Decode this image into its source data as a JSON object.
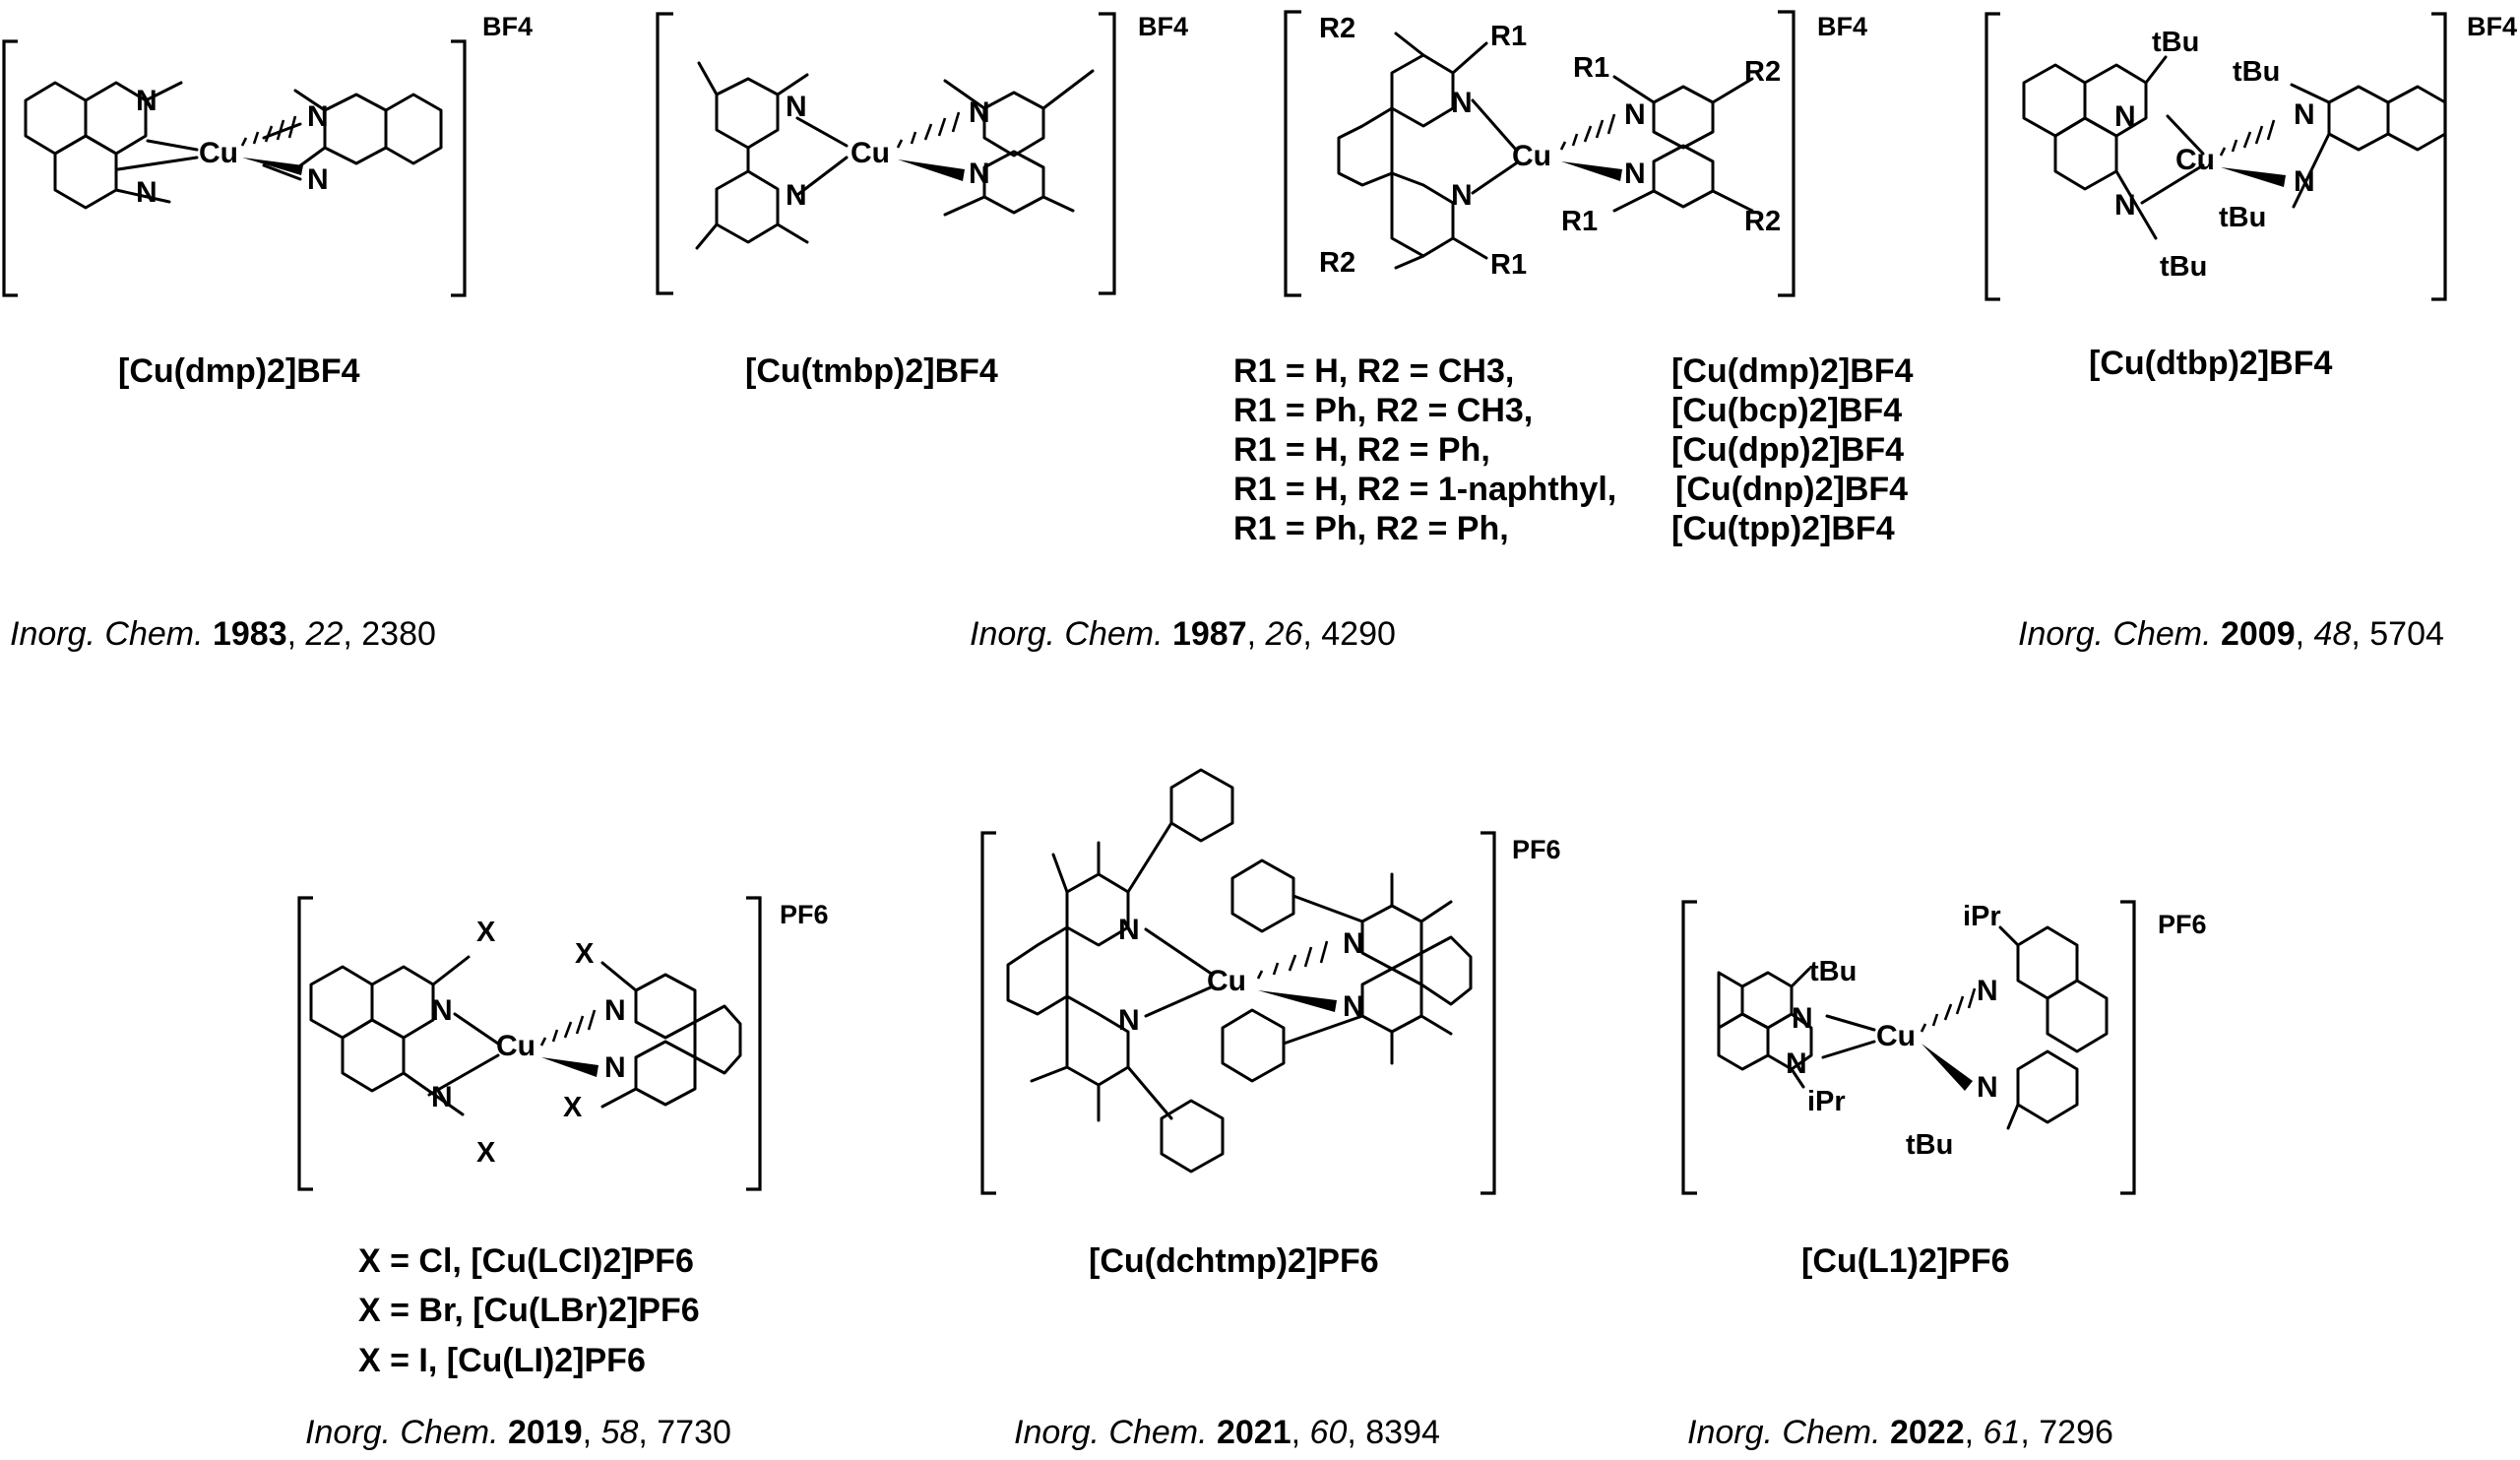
{
  "figure": {
    "counterions": {
      "bf4": "BF4",
      "pf6": "PF6"
    },
    "atoms": {
      "cu": "Cu",
      "n": "N",
      "r1": "R1",
      "r2": "R2",
      "tbu": "tBu",
      "ipr": "iPr",
      "x": "X"
    },
    "complexes": [
      {
        "id": "dmp",
        "label": "[Cu(dmp)2]BF4",
        "citation": {
          "journal": "Inorg. Chem.",
          "year": "1983",
          "volume": "22",
          "page": "2380"
        }
      },
      {
        "id": "tmbp",
        "label": "[Cu(tmbp)2]BF4"
      },
      {
        "id": "generic_r",
        "citation": {
          "journal": "Inorg. Chem.",
          "year": "1987",
          "volume": "26",
          "page": "4290"
        },
        "substituents": [
          {
            "r": "R1 = H, R2 = CH3,",
            "name": "[Cu(dmp)2]BF4"
          },
          {
            "r": "R1 = Ph, R2 = CH3,",
            "name": "[Cu(bcp)2]BF4"
          },
          {
            "r": "R1 = H, R2 = Ph,",
            "name": "[Cu(dpp)2]BF4"
          },
          {
            "r": "R1 = H, R2 = 1-naphthyl,",
            "name": "[Cu(dnp)2]BF4"
          },
          {
            "r": "R1 = Ph, R2 = Ph,",
            "name": "[Cu(tpp)2]BF4"
          }
        ]
      },
      {
        "id": "dtbp",
        "label": "[Cu(dtbp)2]BF4",
        "citation": {
          "journal": "Inorg. Chem.",
          "year": "2009",
          "volume": "48",
          "page": "5704"
        }
      },
      {
        "id": "halo",
        "citation": {
          "journal": "Inorg. Chem.",
          "year": "2019",
          "volume": "58",
          "page": "7730"
        },
        "variants": [
          "X = Cl, [Cu(LCl)2]PF6",
          "X = Br, [Cu(LBr)2]PF6",
          "X = I, [Cu(LI)2]PF6"
        ]
      },
      {
        "id": "dchtmp",
        "label": "[Cu(dchtmp)2]PF6",
        "citation": {
          "journal": "Inorg. Chem.",
          "year": "2021",
          "volume": "60",
          "page": "8394"
        }
      },
      {
        "id": "l1",
        "label": "[Cu(L1)2]PF6",
        "citation": {
          "journal": "Inorg. Chem.",
          "year": "2022",
          "volume": "61",
          "page": "7296"
        }
      }
    ]
  }
}
